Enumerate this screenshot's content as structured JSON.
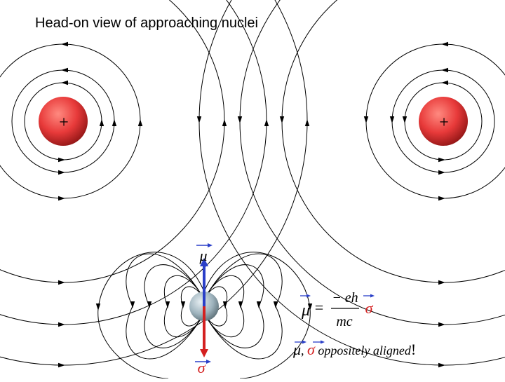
{
  "title": "Head-on view of approaching nuclei",
  "nuclei": [
    {
      "charge_label": "+",
      "color": "#e83a3a"
    },
    {
      "charge_label": "+",
      "color": "#e83a3a"
    }
  ],
  "dipole": {
    "mu_symbol": "μ",
    "sigma_symbol": "σ",
    "mu_color": "#2a3fc8",
    "sigma_color": "#d42020",
    "sphere_color": "#9eb3bd"
  },
  "formula": {
    "lhs": "μ",
    "equals": "=",
    "numerator": "− eh",
    "denominator": "mc",
    "rhs": "σ"
  },
  "note": {
    "mu": "μ",
    "separator": ",",
    "sigma": "σ",
    "text": "oppositely aligned",
    "exclaim": "!"
  }
}
